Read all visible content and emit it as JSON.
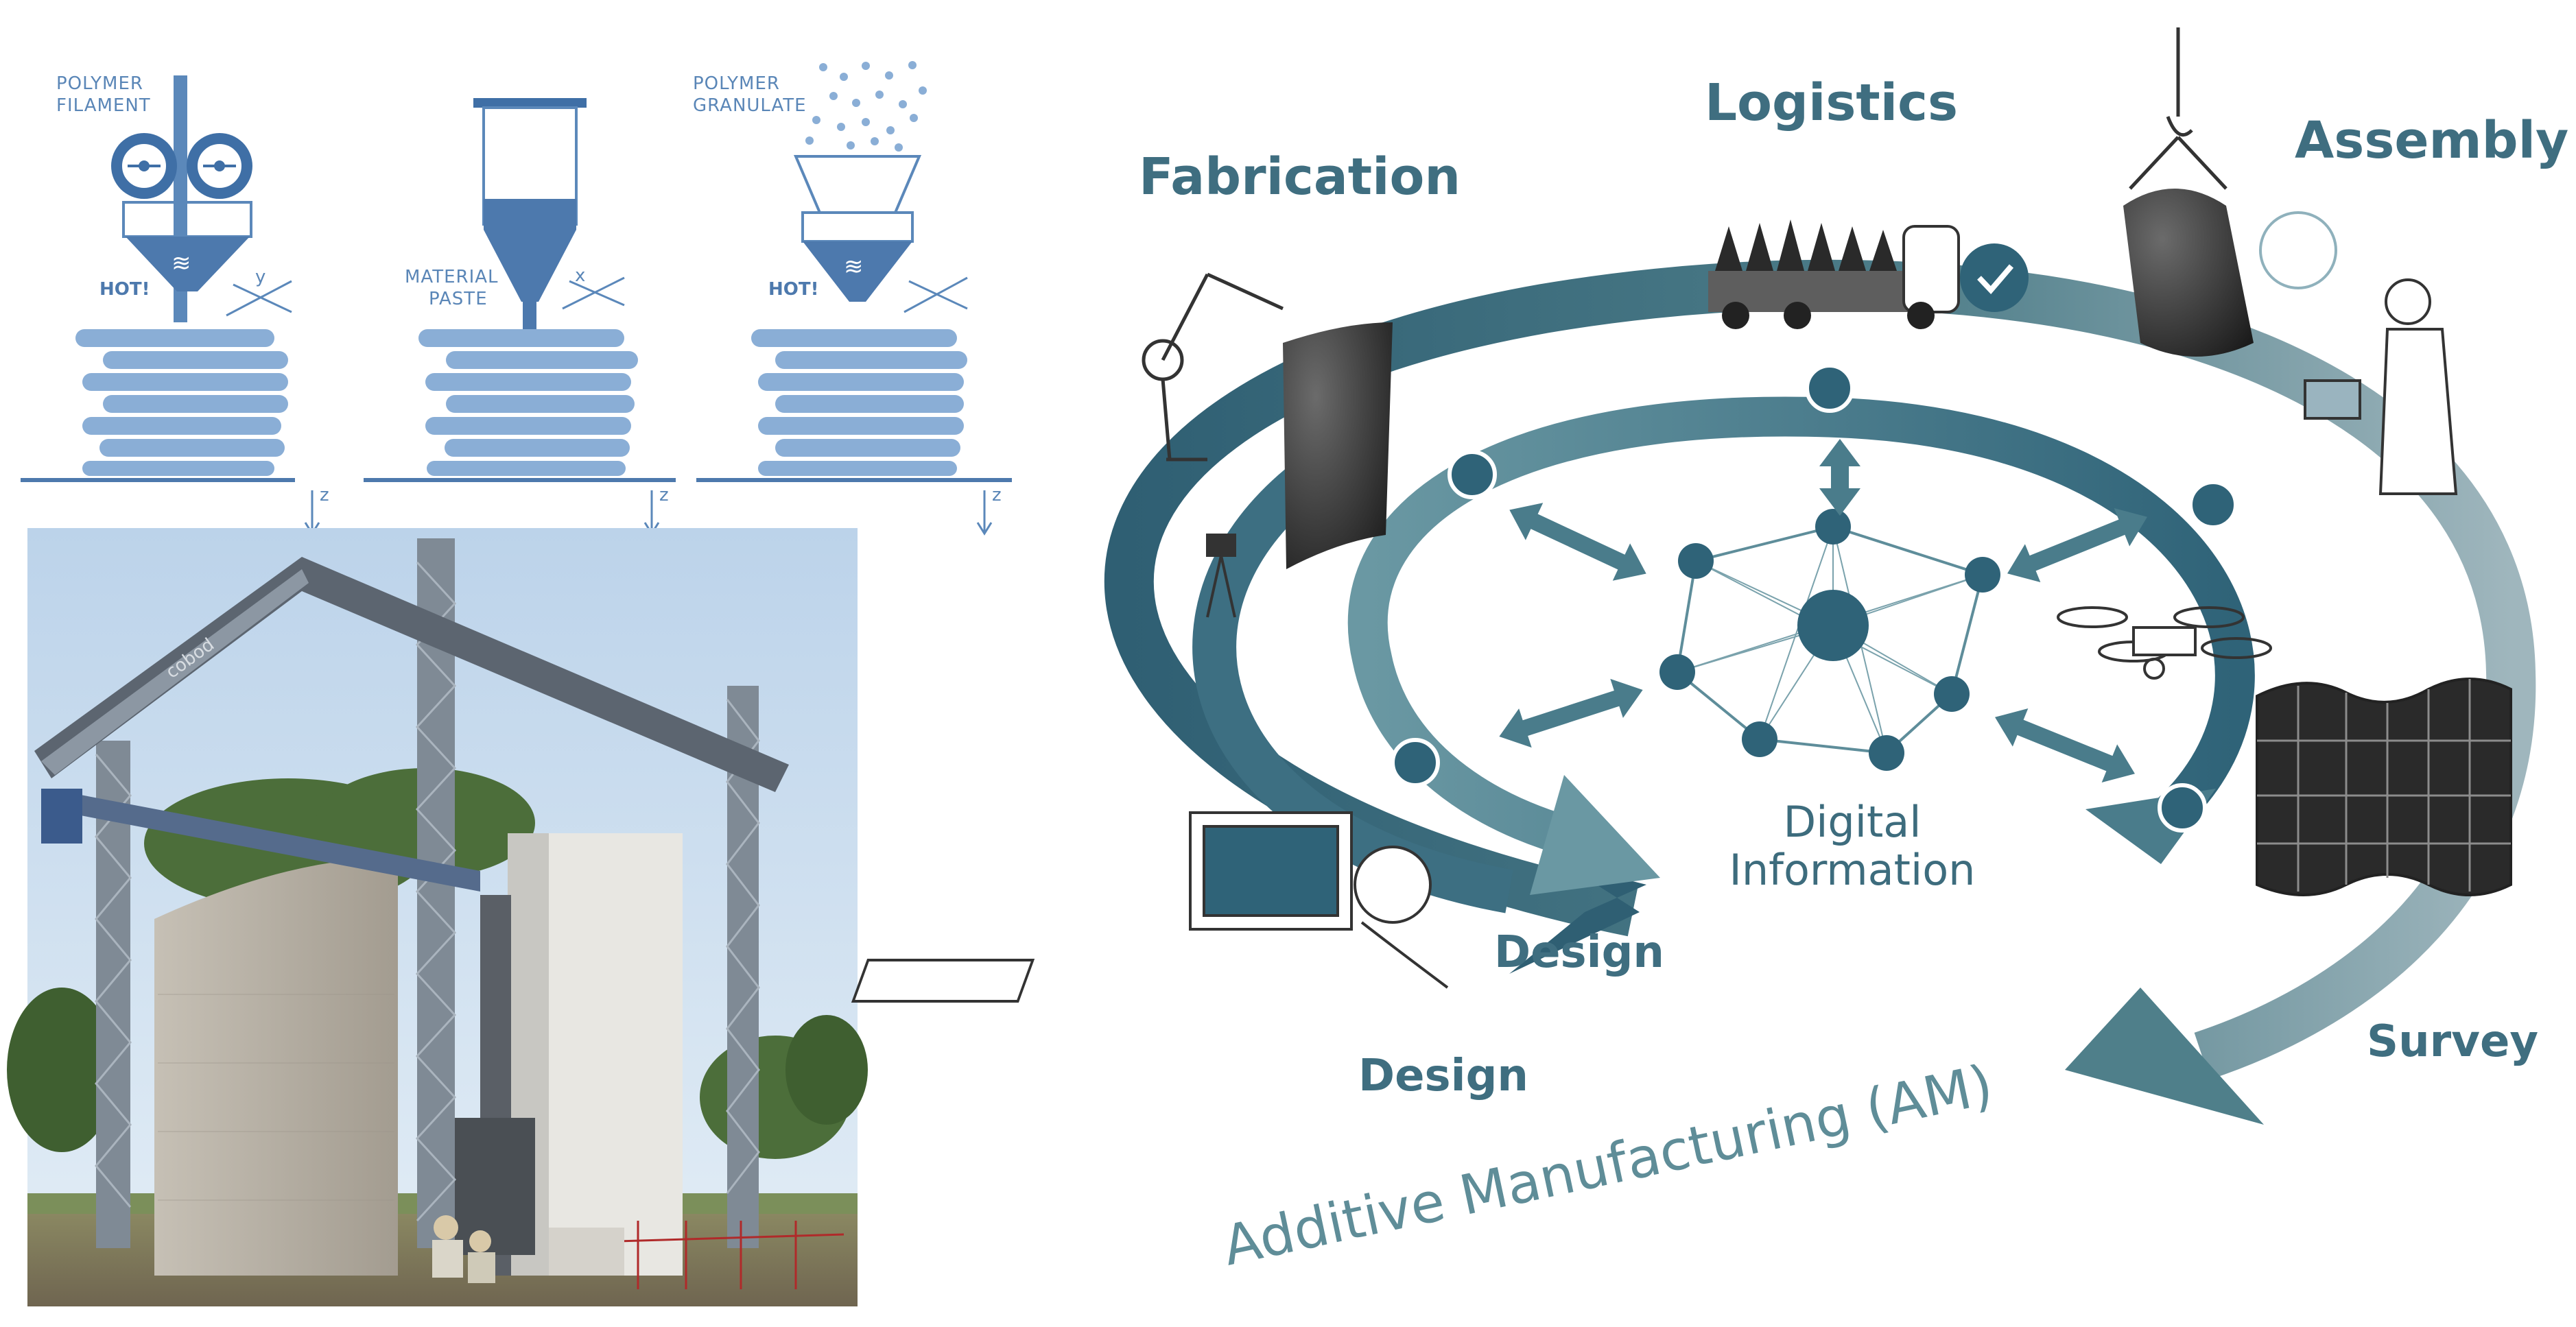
{
  "left_panel": {
    "process_1": {
      "label_line1": "POLYMER",
      "label_line2": "FILAMENT",
      "hot": "HOT!"
    },
    "process_2": {
      "label_line1": "MATERIAL",
      "label_line2": "PASTE"
    },
    "process_3": {
      "label_line1": "POLYMER",
      "label_line2": "GRANULATE",
      "hot": "HOT!"
    },
    "axis_x": "x",
    "axis_y": "y",
    "axis_z": "z",
    "printer_brand": "cobod"
  },
  "right_panel": {
    "stages": {
      "fabrication": "Fabrication",
      "logistics": "Logistics",
      "assembly": "Assembly",
      "survey": "Survey",
      "design_inner": "Design",
      "design_outer": "Design"
    },
    "center": {
      "line1": "Digital",
      "line2": "Information"
    },
    "cycle_title": "Additive Manufacturing (AM)"
  },
  "colors": {
    "diagram_blue": "#4d79ad",
    "cycle_teal": "#3f6e80",
    "cycle_light": "#6a98a3",
    "sky": "#c5d8ea",
    "concrete": "#b4ada1"
  }
}
